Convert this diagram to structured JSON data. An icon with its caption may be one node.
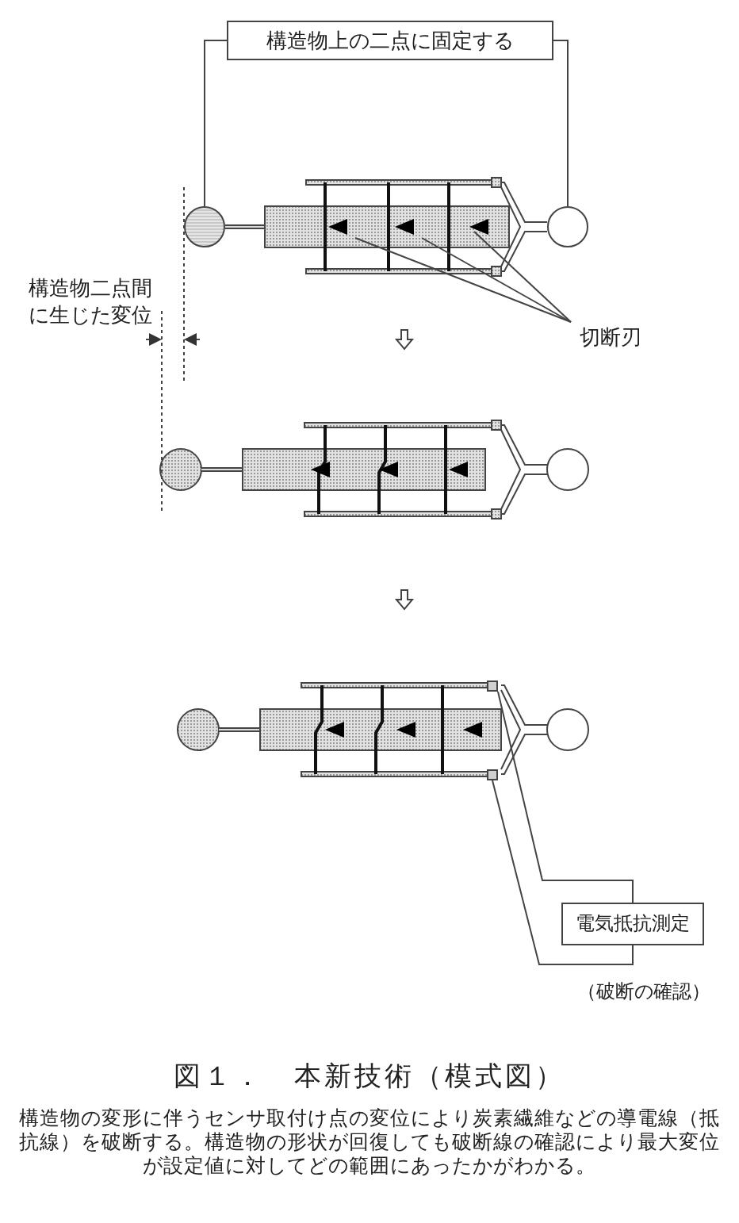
{
  "diagram": {
    "title": "図１．　本新技術（模式図）",
    "caption": "構造物の変形に伴うセンサ取付け点の変位により炭素繊維などの導電線（抵抗線）を破断する。構造物の形状が回復しても破断線の確認により最大変位が設定値に対してどの範囲にあったかがわかる。",
    "nodes": [
      {
        "text": [
          "構造物上の二点に固定する"
        ]
      },
      {
        "text": [],
        "shape": "circle"
      },
      {
        "text": [],
        "shape": "circle"
      },
      {
        "text": [
          "切断刃"
        ]
      },
      {
        "text": [],
        "shape": "box"
      },
      {
        "text": [],
        "shape": "box"
      },
      {
        "text": [
          "電気抵抗測定"
        ],
        "beside": [
          "（破断の確認）"
        ]
      }
    ],
    "edges": [
      {
        "from": 0,
        "to": 1,
        "arrow": "none"
      },
      {
        "from": 0,
        "to": 2,
        "arrow": "none"
      },
      {
        "from": 3,
        "to": null,
        "arrow": "none"
      },
      {
        "from": 3,
        "to": null,
        "arrow": "none"
      },
      {
        "from": 3,
        "to": null,
        "arrow": "none"
      },
      {
        "from": 4,
        "to": 6,
        "arrow": "none"
      },
      {
        "from": 5,
        "to": 6,
        "arrow": "none"
      }
    ],
    "labels": [
      "構造物二点間に生じた変位"
    ]
  }
}
